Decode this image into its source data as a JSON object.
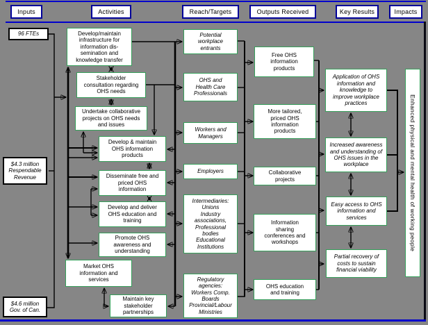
{
  "headers": {
    "inputs": "Inputs",
    "activities": "Activities",
    "reach": "Reach/Targets",
    "outputs": "Outputs Received",
    "key_results": "Key Results",
    "impacts": "Impacts"
  },
  "inputs": {
    "boxes": [
      "96 FTEs",
      "$4.3 million\nRespendable\nRevenue",
      "$4.6 million\nGov. of Can."
    ]
  },
  "activities": {
    "boxes": [
      "Develop/maintain\ninfrastructure for\ninformation dis-\nsemination and\nknowledge transfer",
      "Stakeholder\nconsultation regarding\nOHS needs",
      "Undertake collaborative\nprojects on OHS needs\nand issues",
      "Develop & maintain\nOHS information\nproducts",
      "Disseminate free and\npriced OHS\ninformation",
      "Develop and deliver\nOHS education and\ntraining",
      "Promote OHS\nawareness and\nunderstanding",
      "Market OHS\ninformation and\nservices",
      "Maintain key\nstakeholder\npartnerships"
    ]
  },
  "reach": {
    "boxes": [
      "Potential\nworkplace\nentrants",
      "OHS and\nHealth Care\nProfessionals",
      "Workers and\nManagers",
      "Employers",
      "Intermediaries:\nUnions\nIndustry\nassociations,\nProfessional\nbodies\nEducational\nInstitutions",
      "Regulatory\nagencies:\nWorkers Comp.\nBoards\nProvincial/Labour\nMinistries"
    ]
  },
  "outputs": {
    "boxes": [
      "Free OHS\ninformation\nproducts",
      "More tailored,\npriced OHS\ninformation\nproducts",
      "Collaborative\nprojects",
      "Information\nsharing\nconferences and\nworkshops",
      "OHS education\nand training"
    ]
  },
  "key_results": {
    "boxes": [
      "Application of OHS\ninformation and\nknowledge to\nimprove workplace\npractices",
      "Increased awareness\nand understanding of\nOHS issues in the\nworkplace",
      "Easy access to OHS\ninformation and\nservices",
      "Partial recovery of\ncosts to sustain\nfinancial viability"
    ]
  },
  "impacts": {
    "label": "Enhanced physical and mental health of working people"
  },
  "colors": {
    "background": "#868686",
    "node_border": "#35a05a",
    "header_border": "#000099",
    "rule_blue": "#0000cc",
    "arrow": "#000000"
  }
}
